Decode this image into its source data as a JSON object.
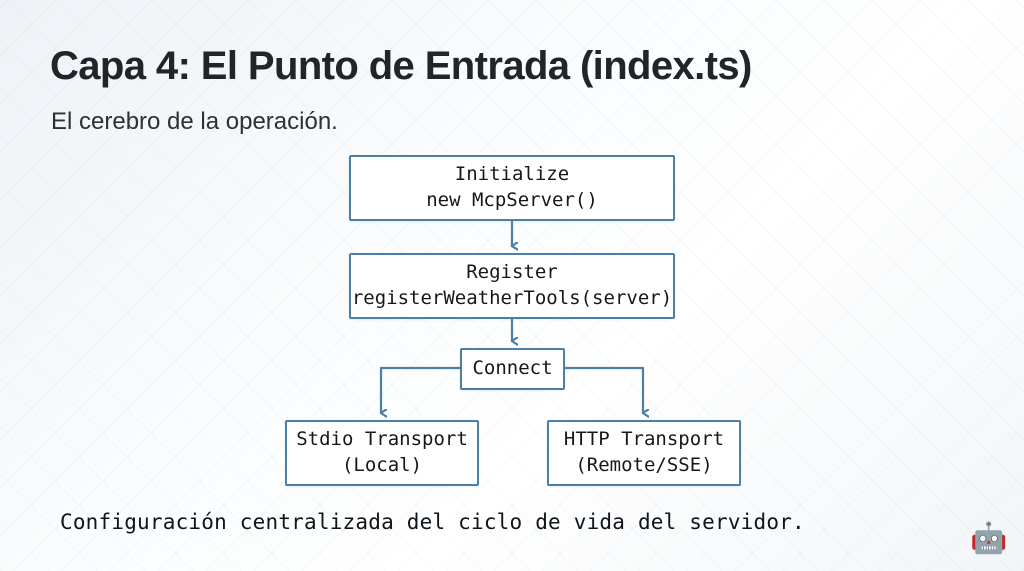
{
  "slide": {
    "title": "Capa 4: El Punto de Entrada (index.ts)",
    "subtitle": "El cerebro de la operación.",
    "caption": "Configuración centralizada del ciclo de vida del servidor.",
    "background_color": "#f6f8fa",
    "accent_color": "#4c7fa6",
    "text_color": "#212529"
  },
  "flowchart": {
    "type": "diagram",
    "nodes": [
      {
        "id": "initialize",
        "line1": "Initialize",
        "line2": "new McpServer()"
      },
      {
        "id": "register",
        "line1": "Register",
        "line2": "registerWeatherTools(server)"
      },
      {
        "id": "connect",
        "line1": "Connect",
        "line2": ""
      },
      {
        "id": "stdio",
        "line1": "Stdio Transport",
        "line2": "(Local)"
      },
      {
        "id": "http",
        "line1": "HTTP Transport",
        "line2": "(Remote/SSE)"
      }
    ],
    "edges": [
      {
        "from": "initialize",
        "to": "register",
        "style": "arrow-down"
      },
      {
        "from": "register",
        "to": "connect",
        "style": "arrow-down"
      },
      {
        "from": "connect",
        "to": "stdio",
        "style": "elbow-left-arrow-down"
      },
      {
        "from": "connect",
        "to": "http",
        "style": "elbow-right-arrow-down"
      }
    ]
  },
  "badge": {
    "icon": "robot-icon",
    "glyph": "🤖"
  }
}
